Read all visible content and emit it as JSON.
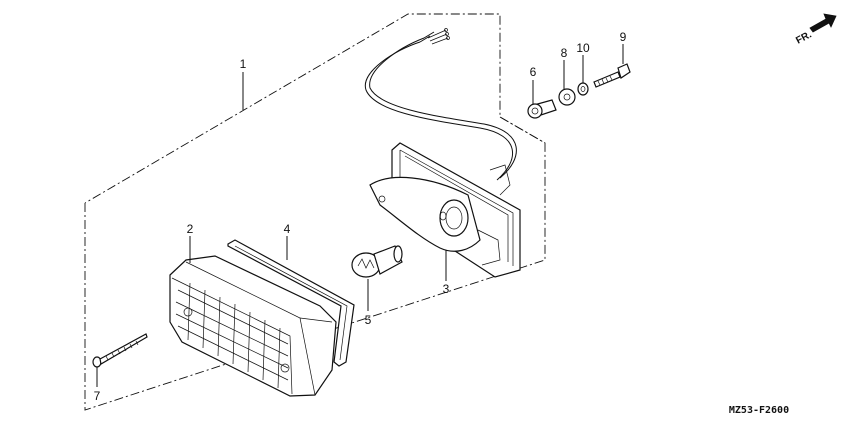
{
  "callouts": {
    "c1": "1",
    "c2": "2",
    "c3": "3",
    "c4": "4",
    "c5": "5",
    "c6": "6",
    "c7": "7",
    "c8": "8",
    "c9": "9",
    "c10": "10"
  },
  "direction_label": "FR.",
  "diagram_code": "MZ53-F2600"
}
